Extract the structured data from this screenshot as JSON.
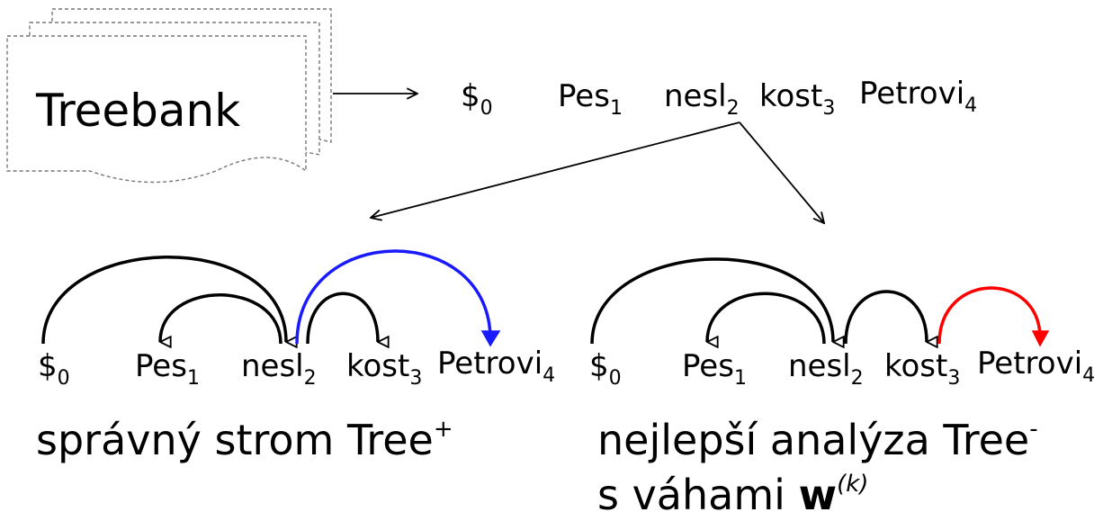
{
  "treebank": {
    "label": "Treebank"
  },
  "sentence": [
    {
      "word": "$",
      "index": "0"
    },
    {
      "word": "Pes",
      "index": "1"
    },
    {
      "word": "nesl",
      "index": "2"
    },
    {
      "word": "kost",
      "index": "3"
    },
    {
      "word": "Petrovi",
      "index": "4"
    }
  ],
  "left_tree": {
    "caption": "správný strom Tree",
    "caption_sup": "+",
    "highlight_color": "#1a1aff"
  },
  "right_tree": {
    "caption_line1": "nejlepší analýza Tree",
    "caption_line1_sup": "-",
    "caption_line2_prefix": "s váhami ",
    "caption_line2_bold": "w",
    "caption_line2_sup": "(k)",
    "highlight_color": "#ff0000"
  },
  "colors": {
    "default_arc": "#000000"
  }
}
